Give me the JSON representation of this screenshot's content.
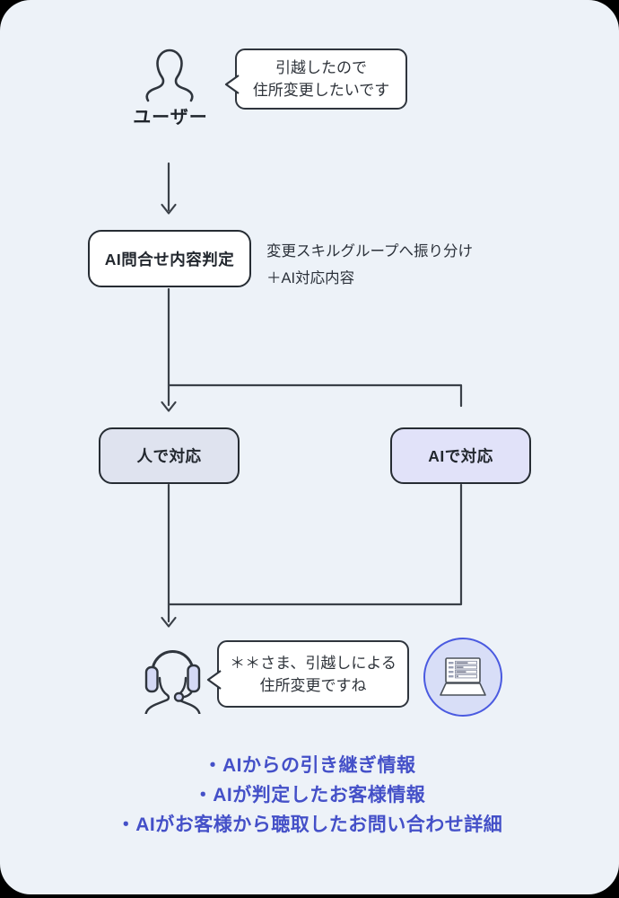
{
  "page": {
    "outer_bg": "#000000",
    "card_bg": "#edf2f8"
  },
  "user_section": {
    "label": "ユーザー",
    "bubble_line1": "引越したので",
    "bubble_line2": "住所変更したいです"
  },
  "judge_section": {
    "box_label": "AI問合せ内容判定",
    "note_line1": "変更スキルグループへ振り分け",
    "note_line2": "＋AI対応内容"
  },
  "branch_section": {
    "human_label": "人で対応",
    "ai_label": "AIで対応"
  },
  "agent_section": {
    "bubble_line1": "＊＊さま、引越しによる",
    "bubble_line2": "住所変更ですね"
  },
  "handoff_section": {
    "item1": "・AIからの引き継ぎ情報",
    "item2": "・AIが判定したお客様情報",
    "item3": "・AIがお客様から聴取したお問い合わせ詳細"
  },
  "icons": {
    "user": "person-outline-icon",
    "agent": "headset-operator-icon",
    "laptop": "laptop-form-icon"
  },
  "colors": {
    "connector": "#3a4048",
    "node_border": "#262c33",
    "node_bg_white": "#ffffff",
    "human_box_bg": "#dfe3ef",
    "ai_box_bg": "#e1e2f9",
    "laptop_circle_bg": "#d8def7",
    "laptop_circle_border": "#4a5ae0",
    "headset_pad": "#d4d9f5",
    "handoff_text": "#4450c8",
    "text_dark": "#262b33"
  }
}
